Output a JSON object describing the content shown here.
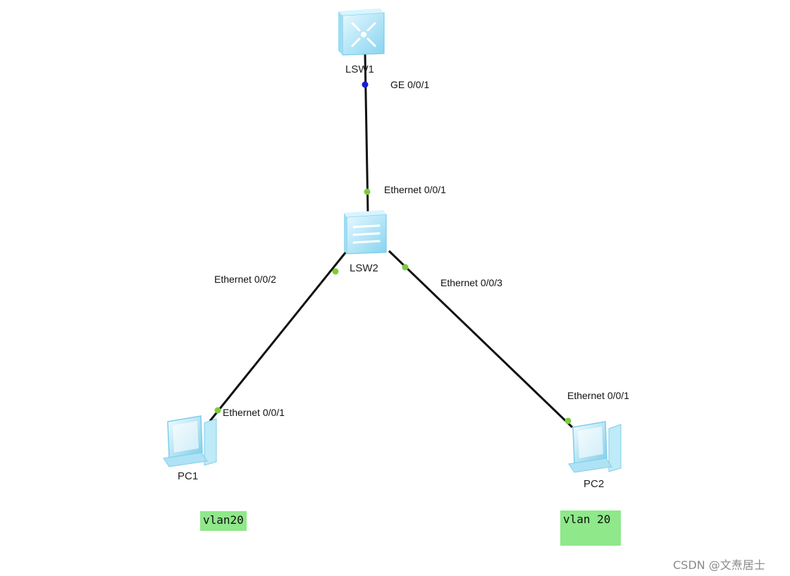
{
  "devices": {
    "lsw1": {
      "label": "LSW1",
      "port": "GE 0/0/1"
    },
    "lsw2": {
      "label": "LSW2",
      "port_up": "Ethernet 0/0/1",
      "port_left": "Ethernet 0/0/2",
      "port_right": "Ethernet 0/0/3"
    },
    "pc1": {
      "label": "PC1",
      "port": "Ethernet 0/0/1"
    },
    "pc2": {
      "label": "PC2",
      "port": "Ethernet 0/0/1"
    }
  },
  "notes": {
    "pc1_vlan": "vlan20",
    "pc2_vlan": "vlan 20"
  },
  "watermark": "CSDN @文焘居士",
  "colors": {
    "link": "#111111",
    "port_up": "#7ccc3a",
    "port_core": "#1a1adb",
    "device_blue": "#bfeaf8",
    "note_bg": "#8fe88a"
  }
}
